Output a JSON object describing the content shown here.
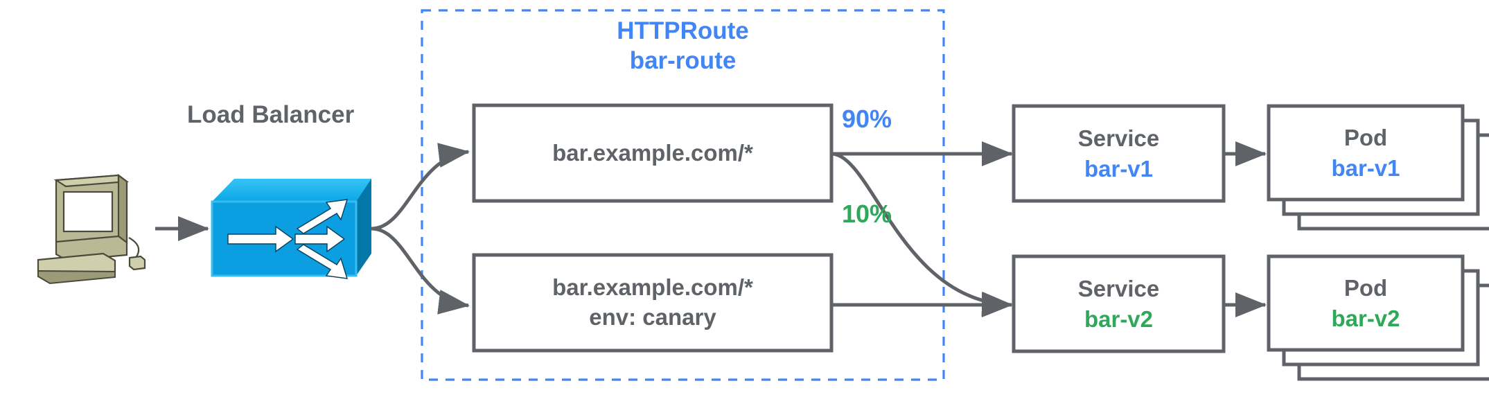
{
  "diagram": {
    "title_group": {
      "line1": "HTTPRoute",
      "line2": "bar-route",
      "color": "#4285f4",
      "border_style": "dashed"
    },
    "client": {
      "icon": "workstation-icon",
      "label": ""
    },
    "load_balancer": {
      "label": "Load Balancer",
      "icon": "load-balancer-switch-icon",
      "color": "#0b9ee0"
    },
    "rules": [
      {
        "id": "rule-primary",
        "line1": "bar.example.com/*",
        "line2": ""
      },
      {
        "id": "rule-canary",
        "line1": "bar.example.com/*",
        "line2": "env: canary"
      }
    ],
    "weights": [
      {
        "value": "90%",
        "color": "#4285f4",
        "target": "bar-v1"
      },
      {
        "value": "10%",
        "color": "#2fa85a",
        "target": "bar-v2"
      }
    ],
    "services": [
      {
        "kind": "Service",
        "name": "bar-v1",
        "color": "#4285f4"
      },
      {
        "kind": "Service",
        "name": "bar-v2",
        "color": "#2fa85a"
      }
    ],
    "pods": [
      {
        "kind": "Pod",
        "name": "bar-v1",
        "color": "#4285f4",
        "replicas": 3
      },
      {
        "kind": "Pod",
        "name": "bar-v2",
        "color": "#2fa85a",
        "replicas": 3
      }
    ],
    "colors": {
      "stroke_gray": "#5f6368",
      "blue": "#4285f4",
      "green": "#2fa85a",
      "switch_blue": "#0b9ee0",
      "workstation": "#b5b58d"
    }
  }
}
